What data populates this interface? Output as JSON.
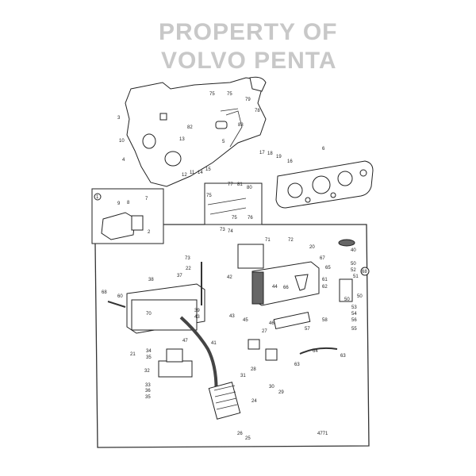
{
  "watermark": {
    "line1": "PROPERTY OF",
    "line2": "VOLVO PENTA"
  },
  "drawing_number": "4771",
  "inset_marker": "1",
  "callout_68": "68",
  "engine_labels": [
    "3",
    "75",
    "75",
    "79",
    "78",
    "82",
    "83",
    "5",
    "10",
    "13",
    "4",
    "17",
    "18",
    "19",
    "16",
    "12",
    "11",
    "14",
    "15",
    "6"
  ],
  "bracket_labels": [
    "77",
    "81",
    "80",
    "75",
    "75",
    "76"
  ],
  "inset_labels": [
    "9",
    "8",
    "7",
    "2"
  ],
  "box_labels": [
    "73",
    "74",
    "71",
    "72",
    "73",
    "22",
    "20",
    "67",
    "65",
    "40",
    "50",
    "52",
    "51",
    "38",
    "37",
    "42",
    "44",
    "66",
    "61",
    "62",
    "68",
    "60",
    "39",
    "43",
    "43",
    "45",
    "46",
    "57",
    "58",
    "53",
    "54",
    "56",
    "55",
    "70",
    "50",
    "50",
    "21",
    "47",
    "41",
    "27",
    "34",
    "35",
    "32",
    "33",
    "36",
    "35",
    "31",
    "28",
    "30",
    "29",
    "64",
    "63",
    "63",
    "24",
    "26",
    "25"
  ]
}
